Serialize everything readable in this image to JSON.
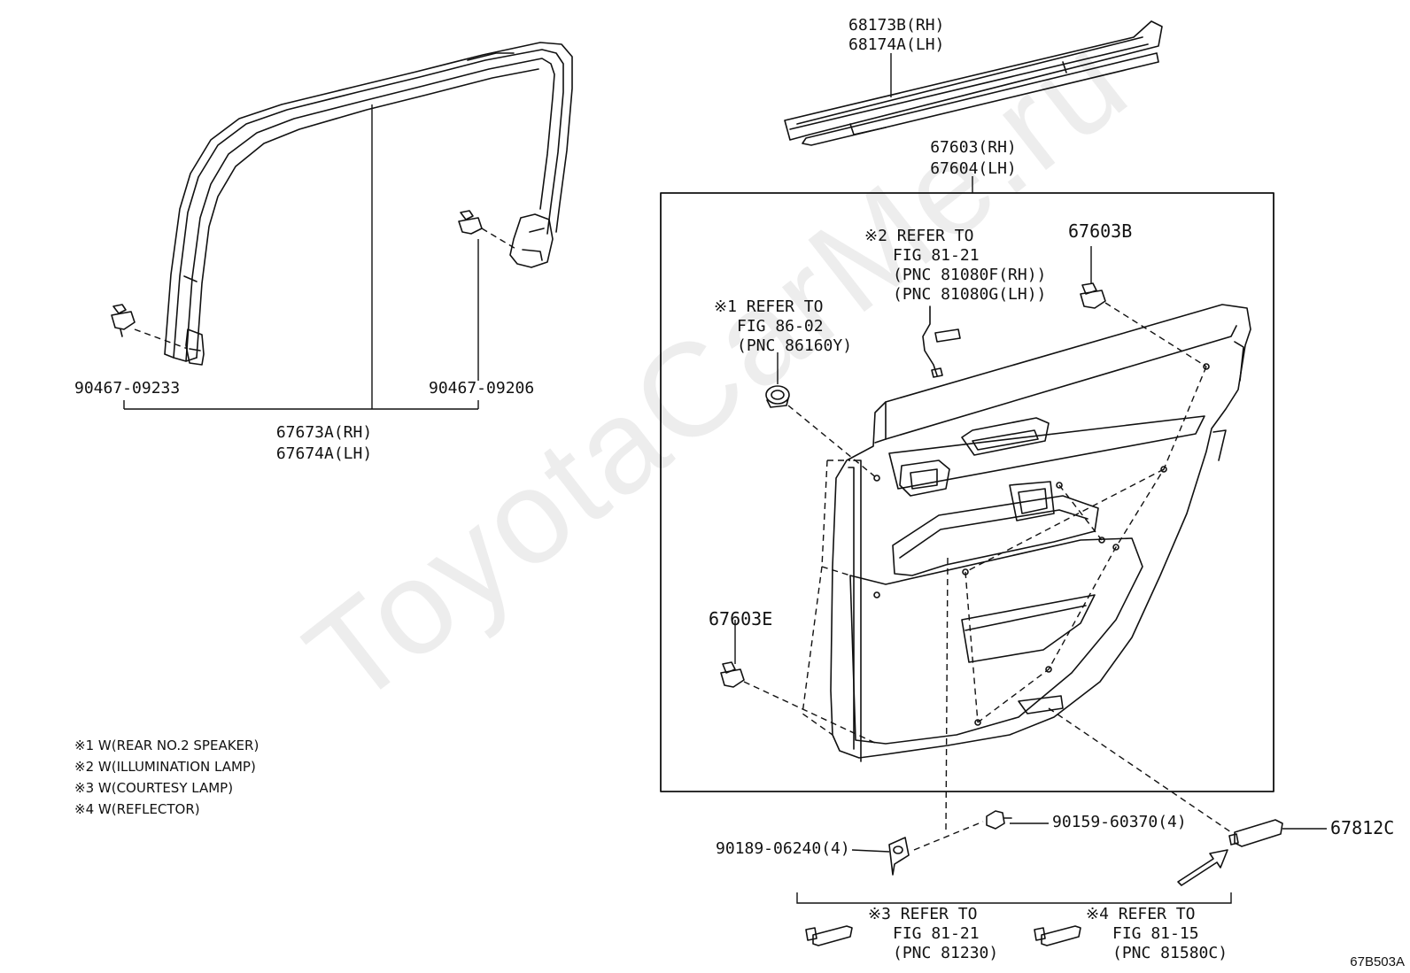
{
  "watermark": "ToyotaCarMe.ru",
  "figure_id": "67B503A",
  "parts": {
    "weatherstrip": [
      "68173B(RH)",
      "68174A(LH)"
    ],
    "panel_assy": [
      "67603(RH)",
      "67604(LH)"
    ],
    "frame_moulding": [
      "67673A(RH)",
      "67674A(LH)"
    ],
    "clip_left": "90467-09233",
    "clip_right": "90467-09206",
    "clip_b": "67603B",
    "clip_e": "67603E",
    "screw_90159": "90159-60370(4)",
    "nut_90189": "90189-06240(4)",
    "reflector": "67812C"
  },
  "refs": {
    "ref2": [
      "※2 REFER TO",
      "FIG 81-21",
      "(PNC 81080F(RH))",
      "(PNC 81080G(LH))"
    ],
    "ref1": [
      "※1 REFER TO",
      "FIG 86-02",
      "(PNC 86160Y)"
    ],
    "ref3": [
      "※3 REFER TO",
      "FIG 81-21",
      "(PNC 81230)"
    ],
    "ref4": [
      "※4 REFER TO",
      "FIG 81-15",
      "(PNC 81580C)"
    ]
  },
  "notes": [
    "※1 W(REAR NO.2 SPEAKER)",
    "※2 W(ILLUMINATION LAMP)",
    "※3 W(COURTESY LAMP)",
    "※4 W(REFLECTOR)"
  ]
}
